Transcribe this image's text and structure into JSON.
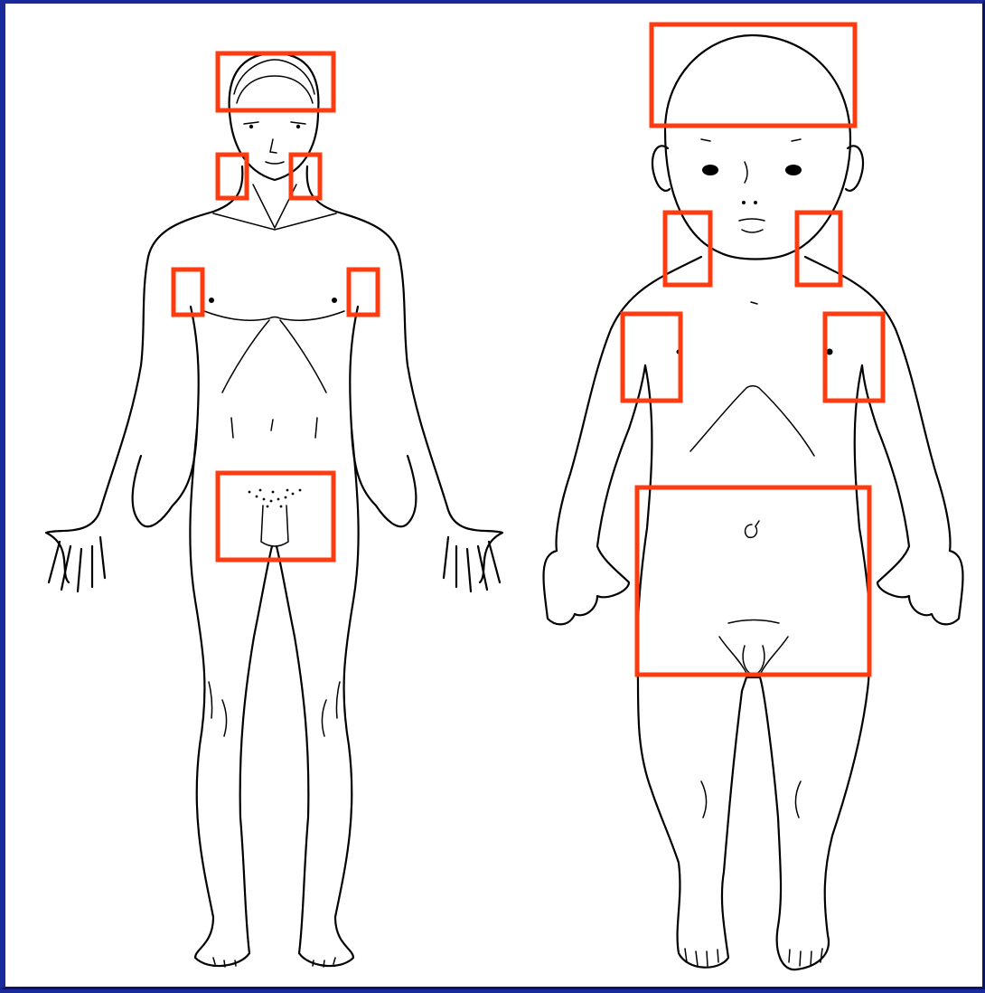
{
  "figure": {
    "background_color": "#ffffff",
    "frame_color": "#1a2a9a",
    "highlight_color": "#ff3b0f"
  },
  "figures": [
    {
      "name": "adult",
      "highlighted_regions": [
        "head",
        "neck-left",
        "neck-right",
        "axilla-left",
        "axilla-right",
        "groin"
      ]
    },
    {
      "name": "infant",
      "highlighted_regions": [
        "head",
        "neck-left",
        "neck-right",
        "axilla-left",
        "axilla-right",
        "abdomen-groin"
      ]
    }
  ]
}
